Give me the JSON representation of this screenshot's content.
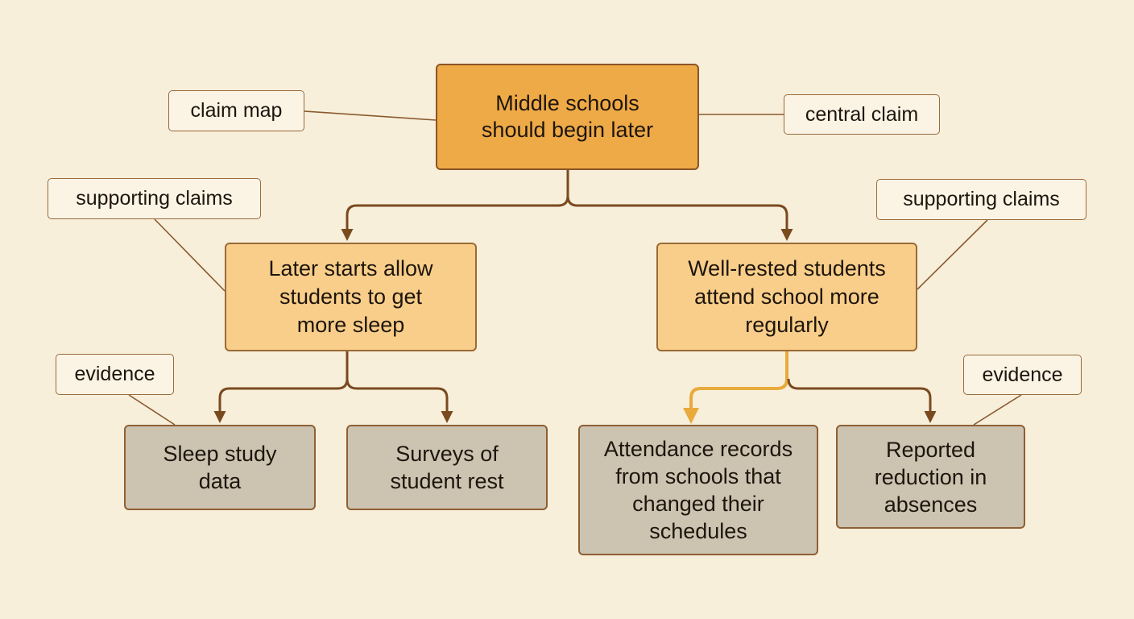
{
  "root": {
    "lines": [
      "Middle schools",
      "should begin later"
    ]
  },
  "claims": [
    {
      "lines": [
        "Later starts allow",
        "students to get",
        "more sleep"
      ]
    },
    {
      "lines": [
        "Well-rested students",
        "attend school more",
        "regularly"
      ]
    }
  ],
  "evidence": [
    {
      "lines": [
        "Sleep study",
        "data"
      ]
    },
    {
      "lines": [
        "Surveys of",
        "student rest"
      ]
    },
    {
      "lines": [
        "Attendance records",
        "from schools that",
        "changed their",
        "schedules"
      ]
    },
    {
      "lines": [
        "Reported",
        "reduction in",
        "absences"
      ]
    }
  ],
  "labels": {
    "claim_map": "claim map",
    "central_claim": "central claim",
    "supporting_left": "supporting claims",
    "supporting_right": "supporting claims",
    "evidence_left": "evidence",
    "evidence_right": "evidence"
  },
  "colors": {
    "background": "#f8efdb",
    "root_fill": "#eeaa47",
    "claim_fill": "#f8ce8a",
    "evidence_fill": "#ccc3b1",
    "connector": "#7a4a1f",
    "highlight_connector": "#e9aa3c"
  }
}
